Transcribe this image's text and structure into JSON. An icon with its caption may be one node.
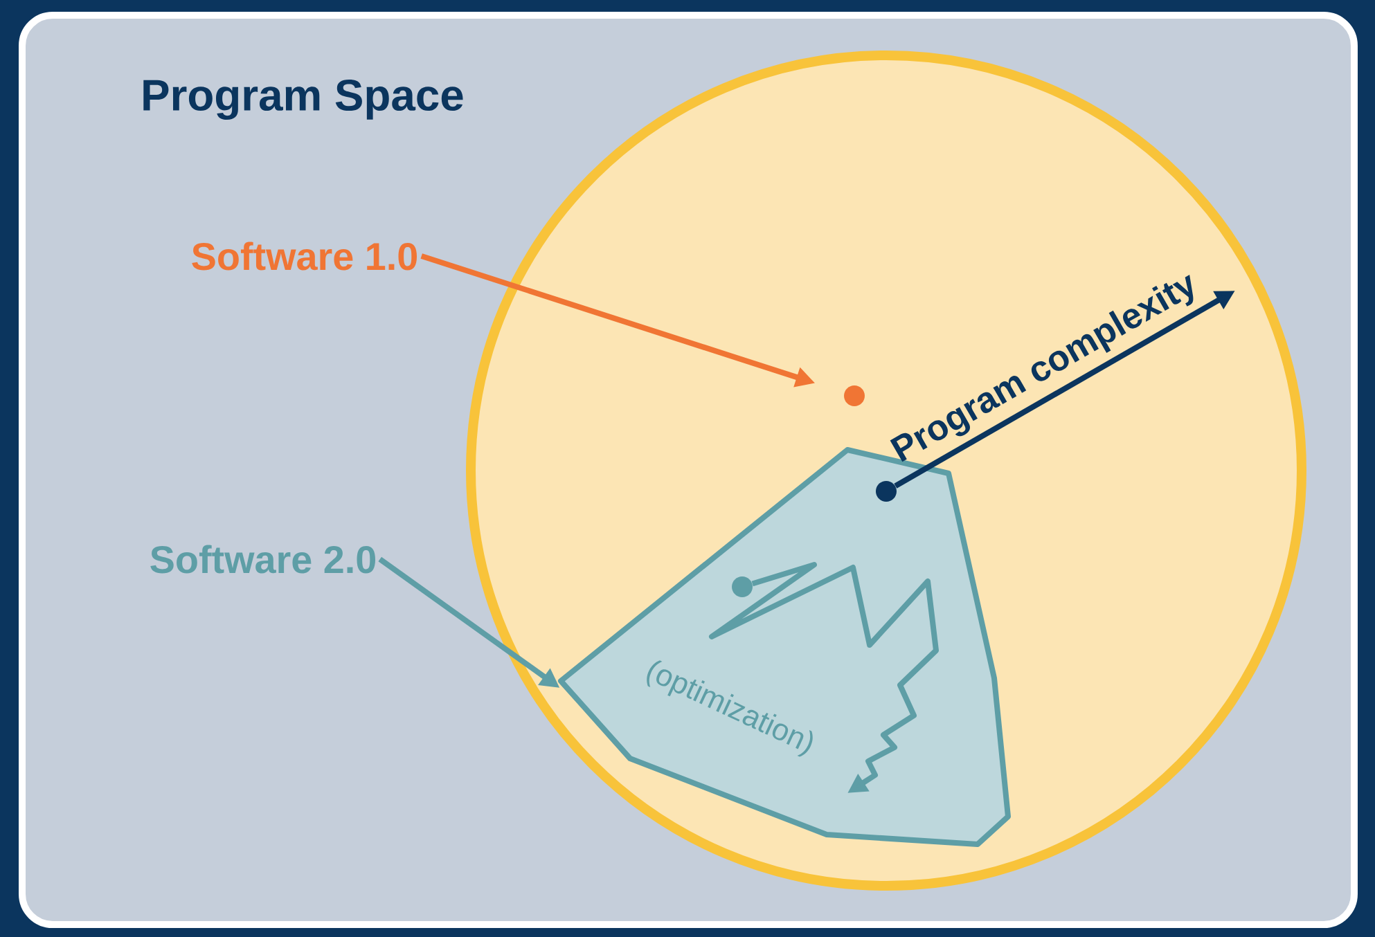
{
  "diagram": {
    "title": "Program Space",
    "nodes": [
      {
        "text": [],
        "shape": "circle"
      },
      {
        "text": [
          "Software 1.0"
        ]
      },
      {
        "text": [],
        "shape": "circle",
        "in": 0
      },
      {
        "text": [
          "Software 2.0"
        ]
      },
      {
        "text": [
          "(optimization)"
        ],
        "in": 0
      },
      {
        "text": [],
        "shape": "circle",
        "in": 4
      },
      {
        "text": [],
        "shape": "circle",
        "in": 4
      }
    ],
    "edges": [
      {
        "from": 1,
        "to": 2,
        "arrow": "to",
        "color": "#f07534"
      },
      {
        "from": 3,
        "to": 4,
        "arrow": "to",
        "color": "#5e9ea6"
      },
      {
        "from": 5,
        "to": null,
        "arrow": "to",
        "label": "Program complexity",
        "color": "#0b355e"
      },
      {
        "from": 6,
        "to": null,
        "arrow": "to",
        "color": "#5e9ea6"
      }
    ]
  }
}
